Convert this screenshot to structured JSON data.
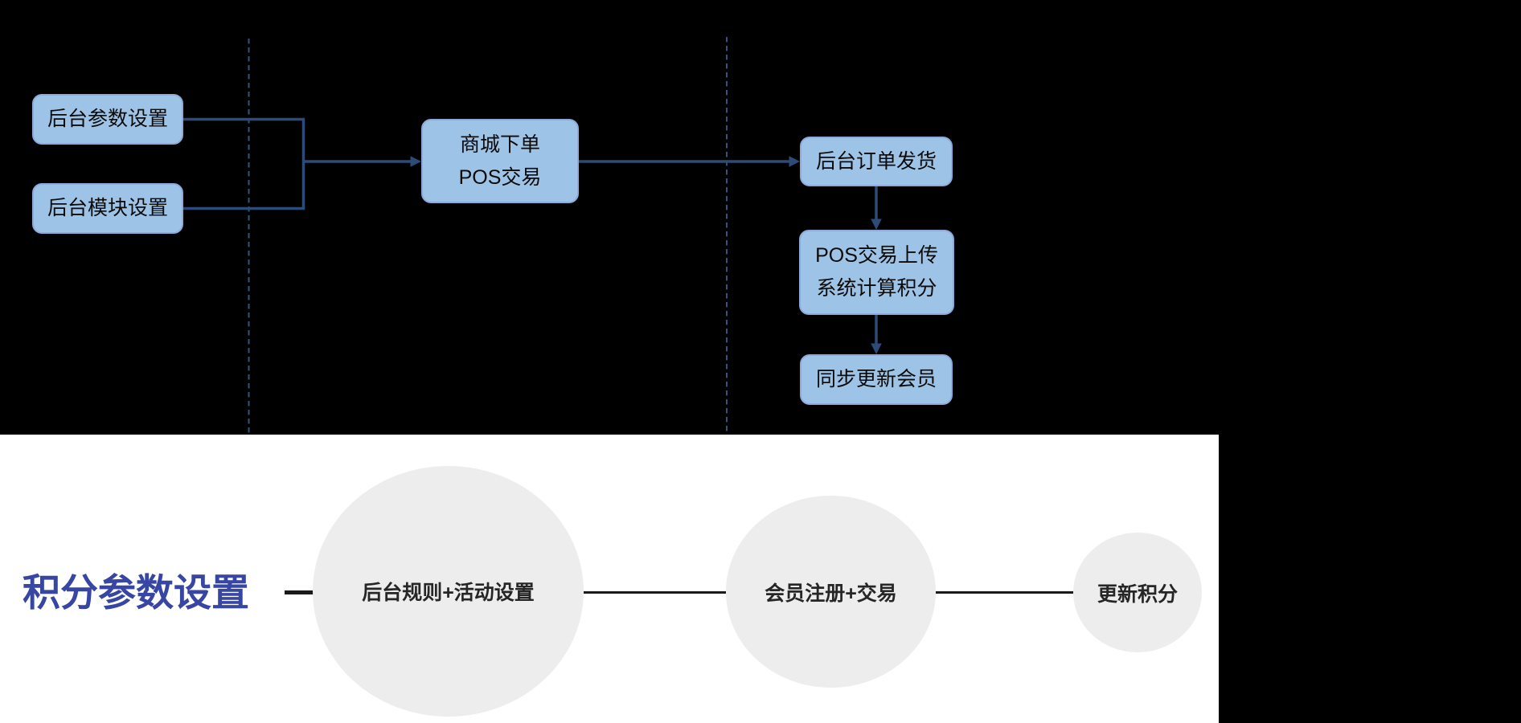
{
  "flowchart": {
    "nodes": {
      "param_setting": "后台参数设置",
      "module_setting": "后台模块设置",
      "order_line1": "商城下单",
      "order_line2": "POS交易",
      "ship": "后台订单发货",
      "upload_line1": "POS交易上传",
      "upload_line2": "系统计算积分",
      "sync": "同步更新会员"
    },
    "colors": {
      "node_fill": "#9dc3e6",
      "node_border": "#8eaadb",
      "connector": "#2d4b78",
      "node_text": "#0a0a0a",
      "background": "#000000"
    }
  },
  "process": {
    "title": "积分参数设置",
    "steps": [
      "后台规则+活动设置",
      "会员注册+交易",
      "更新积分"
    ],
    "colors": {
      "title_text": "#3745a3",
      "circle_fill": "#ededed",
      "step_text": "#262626",
      "line": "#1a1a1a",
      "panel_background": "#ffffff"
    }
  }
}
